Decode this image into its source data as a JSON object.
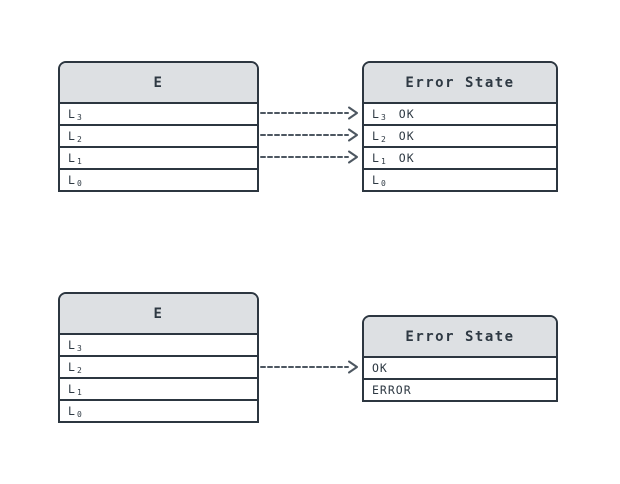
{
  "colors": {
    "background": "#ffffff",
    "border": "#2c3640",
    "header_fill": "#dde0e3",
    "text": "#2e3943",
    "arrow": "#4d5761"
  },
  "tables": [
    {
      "title": "E",
      "rows": [
        {
          "label": "L",
          "sub": "3",
          "value": ""
        },
        {
          "label": "L",
          "sub": "2",
          "value": ""
        },
        {
          "label": "L",
          "sub": "1",
          "value": ""
        },
        {
          "label": "L",
          "sub": "0",
          "value": ""
        }
      ]
    },
    {
      "title": "Error State",
      "rows": [
        {
          "label": "L",
          "sub": "3",
          "value": "OK"
        },
        {
          "label": "L",
          "sub": "2",
          "value": "OK"
        },
        {
          "label": "L",
          "sub": "1",
          "value": "OK"
        },
        {
          "label": "L",
          "sub": "0",
          "value": ""
        }
      ]
    },
    {
      "title": "E",
      "rows": [
        {
          "label": "L",
          "sub": "3",
          "value": ""
        },
        {
          "label": "L",
          "sub": "2",
          "value": ""
        },
        {
          "label": "L",
          "sub": "1",
          "value": ""
        },
        {
          "label": "L",
          "sub": "0",
          "value": ""
        }
      ]
    },
    {
      "title": "Error State",
      "rows": [
        {
          "label": "OK"
        },
        {
          "label": "ERROR"
        }
      ]
    }
  ],
  "arrows": [
    {
      "from": "E-top.L3",
      "to": "ErrorState-top.L3-OK"
    },
    {
      "from": "E-top.L2",
      "to": "ErrorState-top.L2-OK"
    },
    {
      "from": "E-top.L1",
      "to": "ErrorState-top.L1-OK"
    },
    {
      "from": "E-bottom.L2",
      "to": "ErrorState-bottom.OK"
    }
  ]
}
